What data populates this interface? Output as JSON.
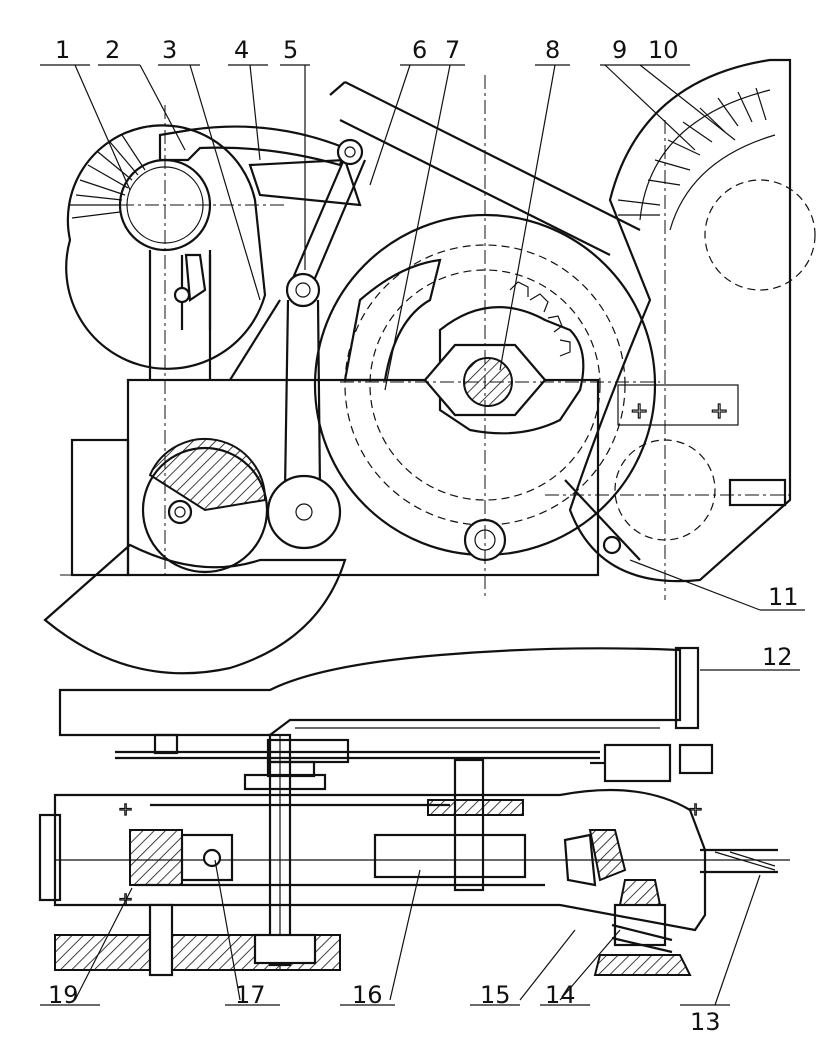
{
  "labels": {
    "l1": "1",
    "l2": "2",
    "l3": "3",
    "l4": "4",
    "l5": "5",
    "l6": "6",
    "l7": "7",
    "l8": "8",
    "l9": "9",
    "l10": "10",
    "l11": "11",
    "l12": "12",
    "l13": "13",
    "l14": "14",
    "l15": "15",
    "l16": "16",
    "l17": "17",
    "l19": "19"
  },
  "colors": {
    "ink": "#111111",
    "paper": "#ffffff"
  }
}
